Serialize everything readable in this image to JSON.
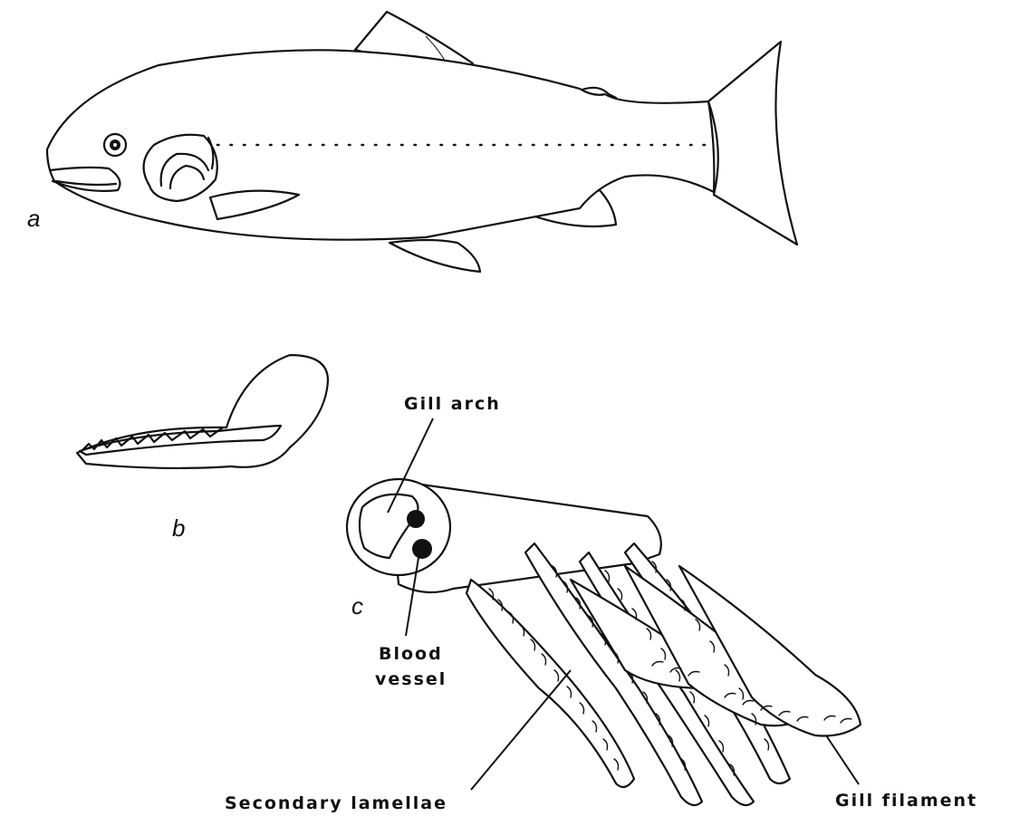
{
  "panels": {
    "a": "a",
    "b": "b",
    "c": "c"
  },
  "labels": {
    "gill_arch": "Gill arch",
    "blood_vessel_line1": "Blood",
    "blood_vessel_line2": "vessel",
    "secondary_lamellae": "Secondary lamellae",
    "gill_filament": "Gill filament"
  },
  "colors": {
    "ink": "#111111",
    "paper": "#ffffff"
  }
}
